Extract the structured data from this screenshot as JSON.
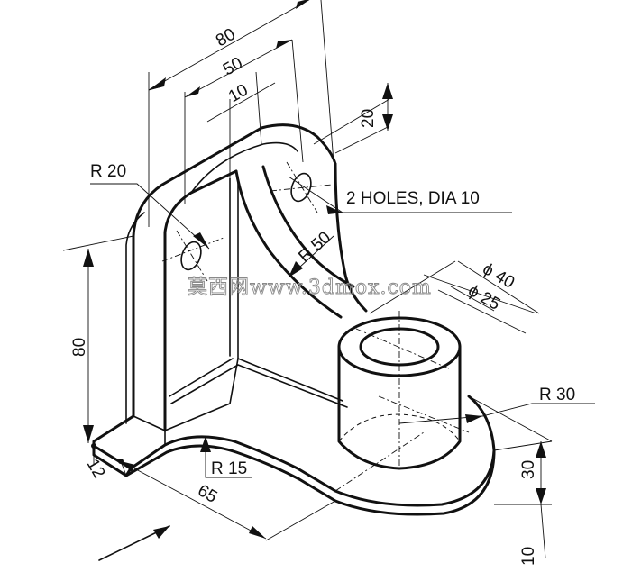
{
  "dimensions": {
    "overall_width": "80",
    "hole_spacing": "50",
    "hole_offset": "10",
    "top_arc_height": "20",
    "corner_radius": "R 20",
    "holes_note": "2 HOLES, DIA 10",
    "inner_radius": "R 50",
    "boss_outer_dia": "ϕ 40",
    "boss_inner_dia": "ϕ 25",
    "base_end_radius": "R 30",
    "vertical_height": "80",
    "boss_height": "30",
    "base_thickness": "10",
    "plate_thickness": "12",
    "fillet_radius": "R 15",
    "base_length": "65"
  },
  "watermark": "莫西网www.3dmox.com"
}
